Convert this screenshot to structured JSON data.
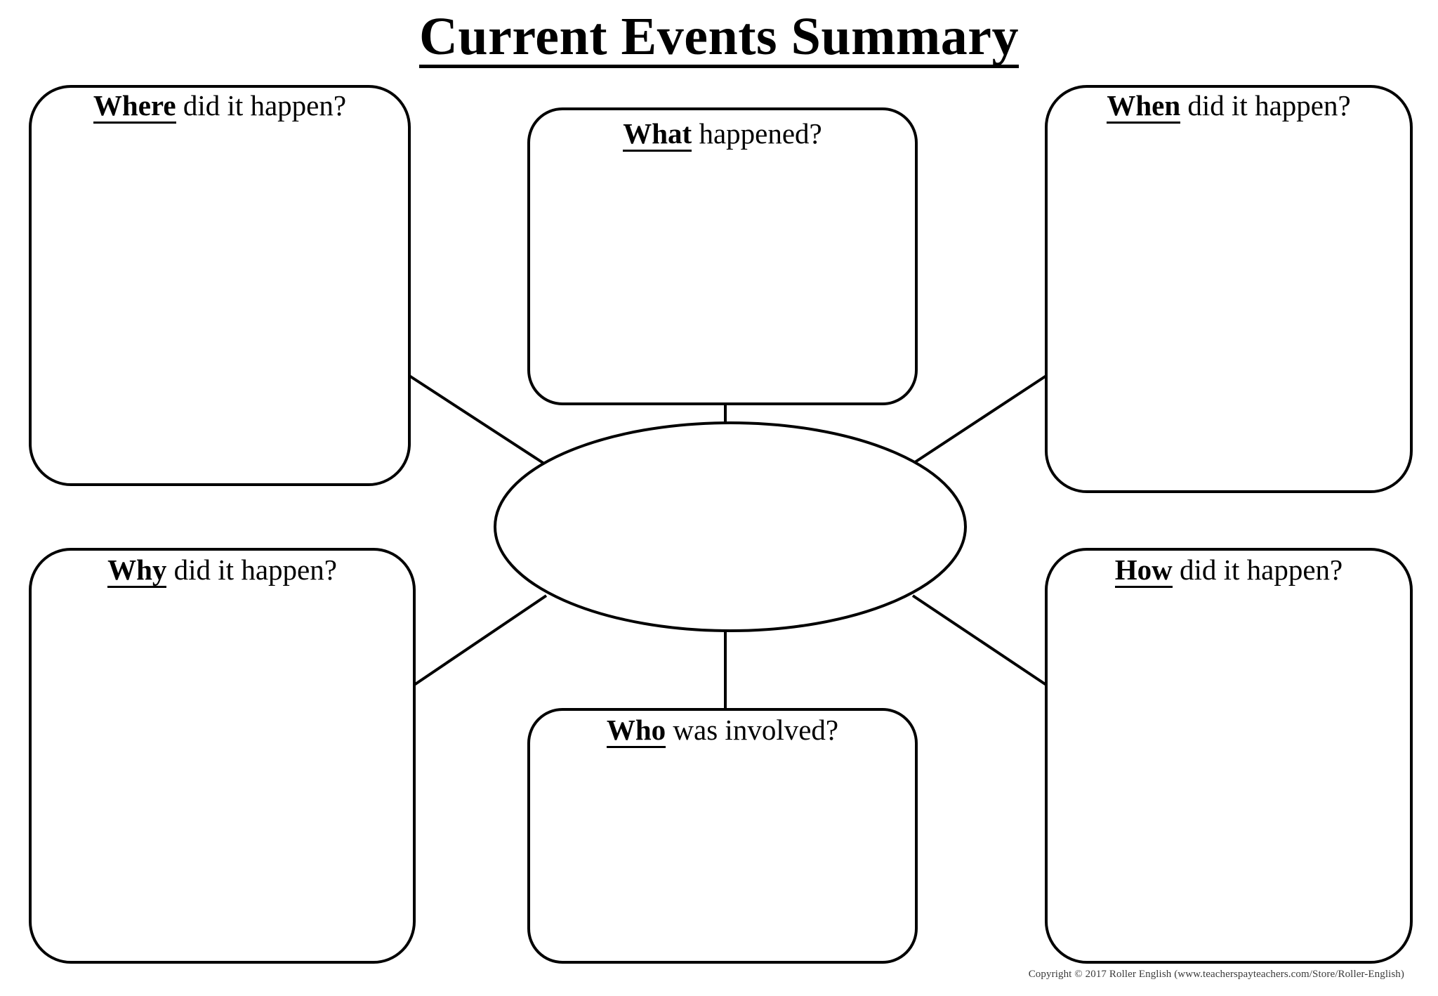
{
  "document": {
    "title": "Current Events Summary",
    "type": "graphic-organizer-worksheet",
    "copyright": "Copyright © 2017 Roller English (www.teacherspayteachers.com/Store/Roller-English)"
  },
  "center": {
    "shape": "ellipse",
    "text": ""
  },
  "boxes": [
    {
      "id": "where",
      "keyword": "Where",
      "rest": " did it happen?",
      "position": "top-left",
      "content": ""
    },
    {
      "id": "what",
      "keyword": "What",
      "rest": " happened?",
      "position": "top-center",
      "content": ""
    },
    {
      "id": "when",
      "keyword": "When",
      "rest": " did it happen?",
      "position": "top-right",
      "content": ""
    },
    {
      "id": "why",
      "keyword": "Why",
      "rest": " did it happen?",
      "position": "bottom-left",
      "content": ""
    },
    {
      "id": "how",
      "keyword": "How",
      "rest": " did it happen?",
      "position": "bottom-right",
      "content": ""
    },
    {
      "id": "who",
      "keyword": "Who",
      "rest": " was involved?",
      "position": "bottom-center",
      "content": ""
    }
  ],
  "colors": {
    "ink": "#000000",
    "paper": "#ffffff",
    "copyright_text": "#3a3a3a"
  }
}
